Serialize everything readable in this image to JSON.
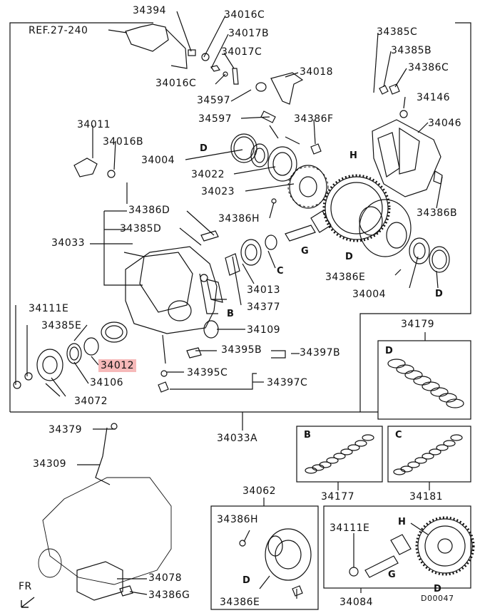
{
  "labels": {
    "ref": "REF.27-240",
    "p34394": "34394",
    "p34016C_a": "34016C",
    "p34017B": "34017B",
    "p34017C": "34017C",
    "p34016C_b": "34016C",
    "p34018": "34018",
    "p34597_a": "34597",
    "p34597_b": "34597",
    "p34385C_top": "34385C",
    "p34385B": "34385B",
    "p34386C": "34386C",
    "p34146": "34146",
    "p34046": "34046",
    "p34386F": "34386F",
    "p34011": "34011",
    "p34016B": "34016B",
    "p34004_a": "34004",
    "p34022": "34022",
    "p34023": "34023",
    "p34386H_a": "34386H",
    "p34386B": "34386B",
    "p34386D": "34386D",
    "p34385D": "34385D",
    "p34033": "34033",
    "p34013": "34013",
    "p34377": "34377",
    "p34386E_a": "34386E",
    "p34004_b": "34004",
    "p34111E_a": "34111E",
    "p34385E": "34385E",
    "p34109": "34109",
    "p34395B": "34395B",
    "p34397B": "34397B",
    "p34012": "34012",
    "p34395C": "34395C",
    "p34397C": "34397C",
    "p34106": "34106",
    "p34072": "34072",
    "p34179": "34179",
    "p34033A": "34033A",
    "p34379": "34379",
    "p34309": "34309",
    "p34177": "34177",
    "p34181": "34181",
    "p34062": "34062",
    "p34386H_b": "34386H",
    "p34111E_b": "34111E",
    "p34078": "34078",
    "p34386G": "34386G",
    "p34386E_b": "34386E",
    "p34084": "34084",
    "drawing_code": "D00047",
    "fr": "FR"
  },
  "letters": {
    "D1": "D",
    "D2": "D",
    "D3": "D",
    "D4": "D",
    "D5": "D",
    "D6": "D",
    "H1": "H",
    "H2": "H",
    "G1": "G",
    "G2": "G",
    "C1": "C",
    "C2": "C",
    "B1": "B",
    "B2": "B"
  },
  "highlight_color": "#f6b9b9"
}
